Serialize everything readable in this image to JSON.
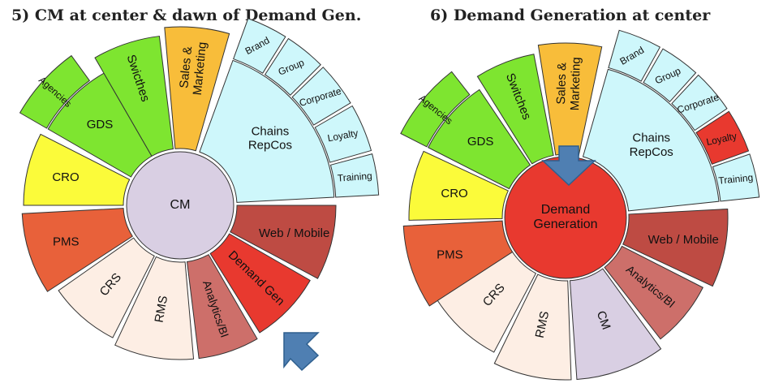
{
  "panels": [
    {
      "title": "5) CM at center & dawn of Demand Gen.",
      "center": {
        "label": "CM",
        "color": "#d9cfe3"
      },
      "segments": [
        {
          "label": "PMS",
          "color": "#e8613a"
        },
        {
          "label": "CRO",
          "color": "#fbfb3a"
        },
        {
          "label": "GDS",
          "color": "#7ee530"
        },
        {
          "label": "Agencies",
          "color": "#7ee530"
        },
        {
          "label": "Swicthes",
          "color": "#7ee530"
        },
        {
          "label": "Sales & Marketing",
          "color": "#f8bd3a"
        },
        {
          "label": "Chains RepCos",
          "color": "#cef7fb"
        },
        {
          "label": "Brand",
          "color": "#cef7fb"
        },
        {
          "label": "Group",
          "color": "#cef7fb"
        },
        {
          "label": "Corporate",
          "color": "#cef7fb"
        },
        {
          "label": "Loyalty",
          "color": "#cef7fb"
        },
        {
          "label": "Training",
          "color": "#cef7fb"
        },
        {
          "label": "Web / Mobile",
          "color": "#be4b43"
        },
        {
          "label": "Demand Gen",
          "color": "#e8392f"
        },
        {
          "label": "Analytics/BI",
          "color": "#cd6f6a"
        },
        {
          "label": "RMS",
          "color": "#fdeee4"
        },
        {
          "label": "CRS",
          "color": "#fdeee4"
        }
      ],
      "arrow": {
        "color": "#4f7fb2",
        "direction": "up-left"
      }
    },
    {
      "title": "6) Demand Generation at center",
      "center": {
        "label": "Demand Generation",
        "color": "#e8392f"
      },
      "segments": [
        {
          "label": "PMS",
          "color": "#e8613a"
        },
        {
          "label": "CRO",
          "color": "#fbfb3a"
        },
        {
          "label": "GDS",
          "color": "#7ee530"
        },
        {
          "label": "Agencies",
          "color": "#7ee530"
        },
        {
          "label": "Switches",
          "color": "#7ee530"
        },
        {
          "label": "Sales & Marketing",
          "color": "#f8bd3a"
        },
        {
          "label": "Chains RepCos",
          "color": "#cef7fb"
        },
        {
          "label": "Brand",
          "color": "#cef7fb"
        },
        {
          "label": "Group",
          "color": "#cef7fb"
        },
        {
          "label": "Corporate",
          "color": "#cef7fb"
        },
        {
          "label": "Loyalty",
          "color": "#e8392f"
        },
        {
          "label": "Training",
          "color": "#cef7fb"
        },
        {
          "label": "Web / Mobile",
          "color": "#be4b43"
        },
        {
          "label": "Analytics/BI",
          "color": "#cd6f6a"
        },
        {
          "label": "CM",
          "color": "#d9cfe3"
        },
        {
          "label": "RMS",
          "color": "#fdeee4"
        },
        {
          "label": "CRS",
          "color": "#fdeee4"
        }
      ],
      "arrow": {
        "color": "#4f7fb2",
        "direction": "down"
      }
    }
  ]
}
